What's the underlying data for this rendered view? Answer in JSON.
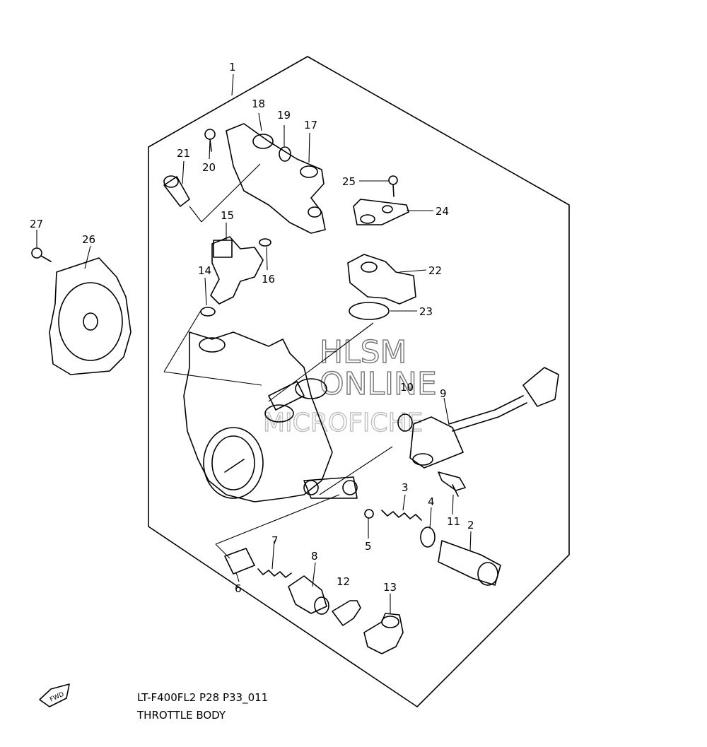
{
  "diagram": {
    "callouts": [
      "1",
      "2",
      "3",
      "4",
      "5",
      "6",
      "7",
      "8",
      "9",
      "10",
      "11",
      "12",
      "13",
      "14",
      "15",
      "16",
      "17",
      "18",
      "19",
      "20",
      "21",
      "22",
      "23",
      "24",
      "25",
      "26",
      "27"
    ],
    "code": "LT-F400FL2 P28 P33_011",
    "caption": "THROTTLE BODY",
    "fwd_arrow_label": "FWD"
  },
  "watermark": {
    "line1": "HLSM",
    "line2": "ONLINE",
    "line3": "MICROFICHE"
  }
}
